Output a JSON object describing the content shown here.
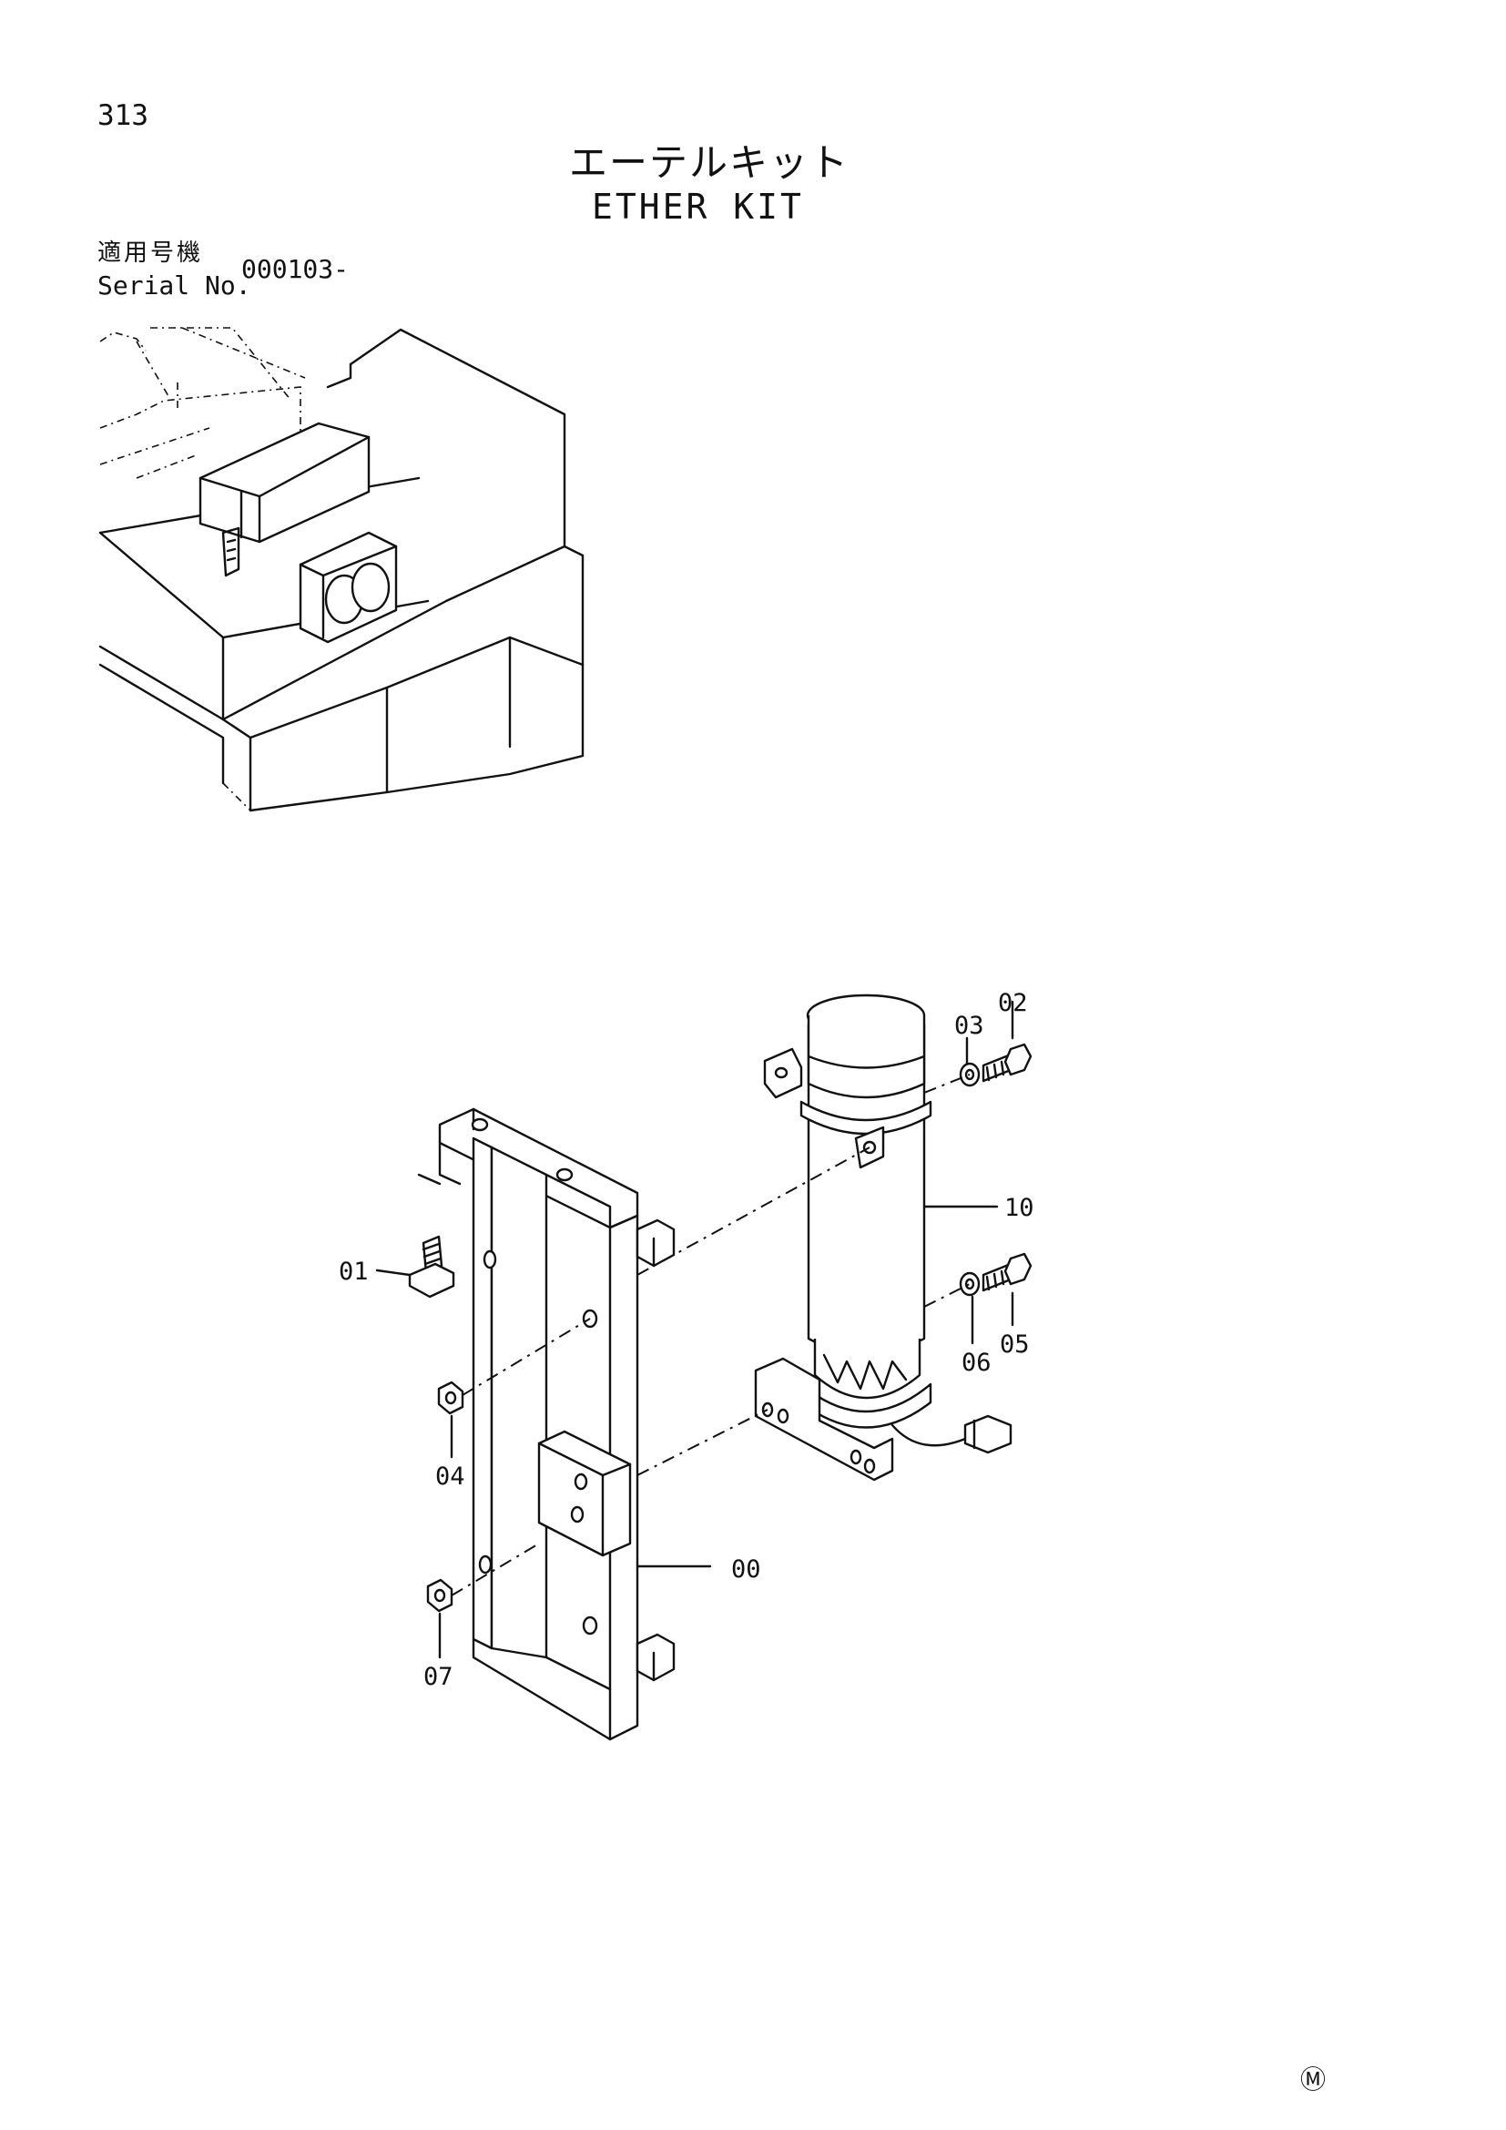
{
  "page": {
    "number": "313",
    "title_jp": "エーテルキット",
    "title_en": "ETHER KIT",
    "serial_label_jp": "適用号機",
    "serial_label_en": "Serial No.",
    "serial_value": "000103-"
  },
  "parts": {
    "labels": [
      "00",
      "01",
      "02",
      "03",
      "04",
      "05",
      "06",
      "07",
      "10"
    ]
  },
  "footer": {
    "mark": "Ⓜ"
  }
}
